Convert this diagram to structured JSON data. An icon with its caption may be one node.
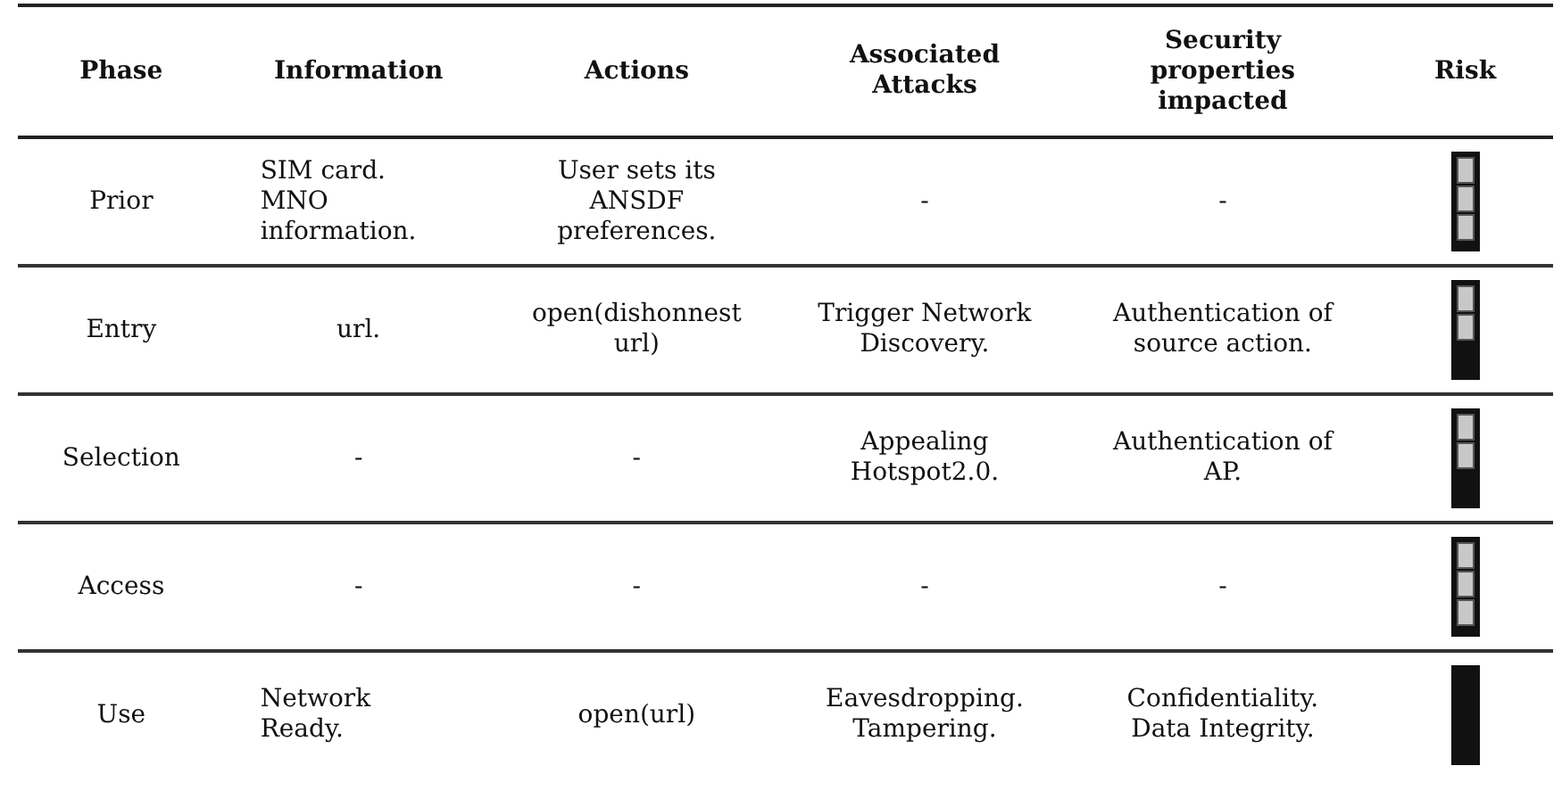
{
  "diagram": {
    "labels": [
      "Phase",
      "Information",
      "Actions",
      "Associated Attacks",
      "Security properties impacted",
      "Risk",
      "Prior",
      "SIM card. MNO information.",
      "User sets its ANSDF preferences.",
      "-",
      "-",
      "Entry",
      "url.",
      "open(dishonnest url)",
      "Trigger Network Discovery.",
      "Authentication of source action.",
      "Selection",
      "-",
      "-",
      "Appealing Hotspot2.0.",
      "Authentication of AP.",
      "Access",
      "-",
      "-",
      "-",
      "-",
      "Use",
      "Network Ready.",
      "open(url)",
      "Eavesdropping. Tampering.",
      "Confidentiality. Data Integrity."
    ]
  }
}
